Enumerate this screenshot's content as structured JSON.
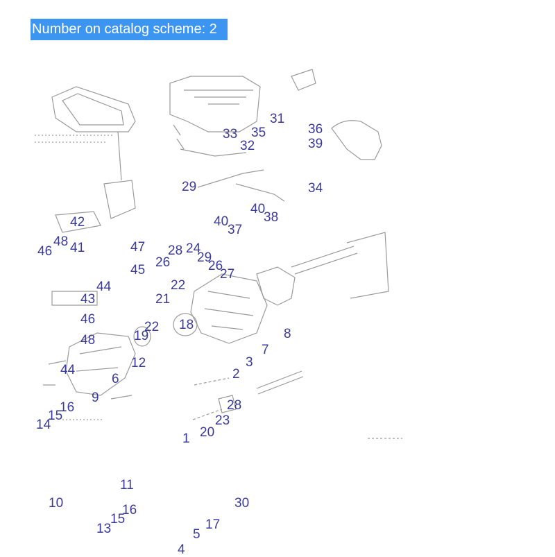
{
  "header": {
    "catalog_scheme_label": "Number on catalog scheme: 2"
  },
  "colors": {
    "callout": "#3a3a9a",
    "banner_bg": "#3d95f2",
    "banner_text": "#ffffff",
    "line_art": "#9a9a9a"
  },
  "callouts": [
    {
      "id": "c31",
      "text": "31"
    },
    {
      "id": "c33",
      "text": "33"
    },
    {
      "id": "c35",
      "text": "35"
    },
    {
      "id": "c36",
      "text": "36"
    },
    {
      "id": "c32",
      "text": "32"
    },
    {
      "id": "c39",
      "text": "39"
    },
    {
      "id": "c29a",
      "text": "29"
    },
    {
      "id": "c34",
      "text": "34"
    },
    {
      "id": "c40a",
      "text": "40"
    },
    {
      "id": "c38",
      "text": "38"
    },
    {
      "id": "c42",
      "text": "42"
    },
    {
      "id": "c40b",
      "text": "40"
    },
    {
      "id": "c37",
      "text": "37"
    },
    {
      "id": "c48a",
      "text": "48"
    },
    {
      "id": "c46a",
      "text": "46"
    },
    {
      "id": "c41",
      "text": "41"
    },
    {
      "id": "c47",
      "text": "47"
    },
    {
      "id": "c28",
      "text": "28"
    },
    {
      "id": "c24",
      "text": "24"
    },
    {
      "id": "c26a",
      "text": "26"
    },
    {
      "id": "c29b",
      "text": "29"
    },
    {
      "id": "c26b",
      "text": "26"
    },
    {
      "id": "c45",
      "text": "45"
    },
    {
      "id": "c27",
      "text": "27"
    },
    {
      "id": "c44a",
      "text": "44"
    },
    {
      "id": "c22a",
      "text": "22"
    },
    {
      "id": "c43",
      "text": "43"
    },
    {
      "id": "c21",
      "text": "21"
    },
    {
      "id": "c46b",
      "text": "46"
    },
    {
      "id": "c18a",
      "text": "18"
    },
    {
      "id": "c22b",
      "text": "22"
    },
    {
      "id": "c19",
      "text": "19"
    },
    {
      "id": "c8",
      "text": "8"
    },
    {
      "id": "c48b",
      "text": "48"
    },
    {
      "id": "c7",
      "text": "7"
    },
    {
      "id": "c12",
      "text": "12"
    },
    {
      "id": "c3",
      "text": "3"
    },
    {
      "id": "c44b",
      "text": "44"
    },
    {
      "id": "c2",
      "text": "2"
    },
    {
      "id": "c6",
      "text": "6"
    },
    {
      "id": "c9",
      "text": "9"
    },
    {
      "id": "c16a",
      "text": "16"
    },
    {
      "id": "c15a",
      "text": "15"
    },
    {
      "id": "c14",
      "text": "14"
    },
    {
      "id": "c28b",
      "text": "28"
    },
    {
      "id": "c23",
      "text": "23"
    },
    {
      "id": "c20",
      "text": "20"
    },
    {
      "id": "c1",
      "text": "1"
    },
    {
      "id": "c11",
      "text": "11"
    },
    {
      "id": "c10",
      "text": "10"
    },
    {
      "id": "c30",
      "text": "30"
    },
    {
      "id": "c16b",
      "text": "16"
    },
    {
      "id": "c15b",
      "text": "15"
    },
    {
      "id": "c13",
      "text": "13"
    },
    {
      "id": "c17",
      "text": "17"
    },
    {
      "id": "c5",
      "text": "5"
    },
    {
      "id": "c4",
      "text": "4"
    }
  ]
}
